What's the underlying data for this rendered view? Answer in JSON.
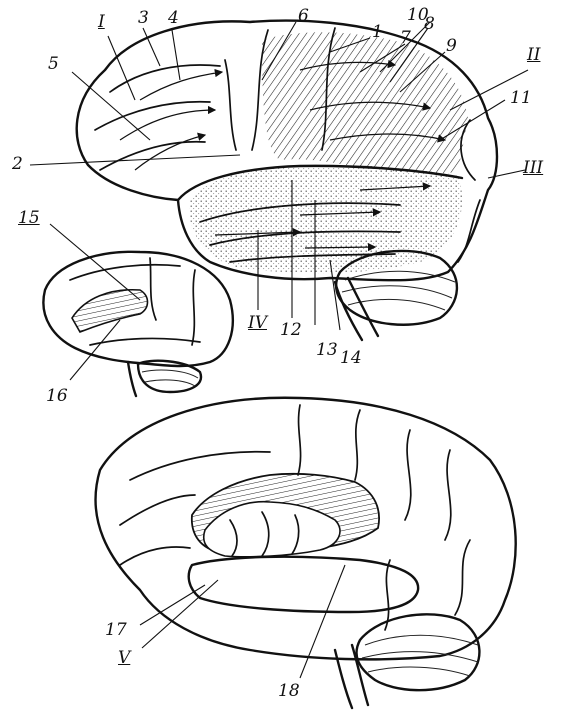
{
  "labels": {
    "l_I": "I",
    "l_II": "II",
    "l_III": "III",
    "l_IV": "IV",
    "l_V": "V",
    "l_1": "1",
    "l_2": "2",
    "l_3": "3",
    "l_4": "4",
    "l_5": "5",
    "l_6": "6",
    "l_7": "7",
    "l_8": "8",
    "l_9": "9",
    "l_10": "10",
    "l_11": "11",
    "l_12": "12",
    "l_13": "13",
    "l_14": "14",
    "l_15": "15",
    "l_16": "16",
    "l_17": "17",
    "l_18": "18"
  }
}
